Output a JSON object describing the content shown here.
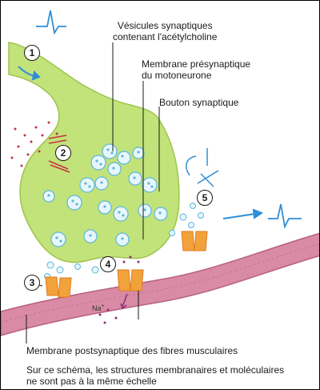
{
  "labels": {
    "vesicles": "Vésicules synaptiques\ncontenant l'acétylcholine",
    "presynaptic": "Membrane présynaptique\ndu motoneurone",
    "bouton": "Bouton synaptique",
    "postsynaptic": "Membrane postsynaptique des fibres musculaires",
    "note": "Sur ce schéma, les structures membranaires et moléculaires\nne sont pas à la même échelle"
  },
  "steps": [
    "1",
    "2",
    "3",
    "4",
    "5"
  ],
  "ion": {
    "symbol": "Na",
    "charge": "+"
  },
  "colors": {
    "neuron": "#c2e27a",
    "neuron_edge": "#9fc44f",
    "vesicle": "#e8f6fb",
    "vesicle_dot": "#5ab8dc",
    "membrane": "#d98aa4",
    "membrane_edge": "#b8607e",
    "receptor": "#f2a23a",
    "receptor_dark": "#e07b1f",
    "arrow_blue": "#2f8fd6",
    "dots_red": "#c8323c",
    "ion_purple": "#8a2f7a"
  }
}
